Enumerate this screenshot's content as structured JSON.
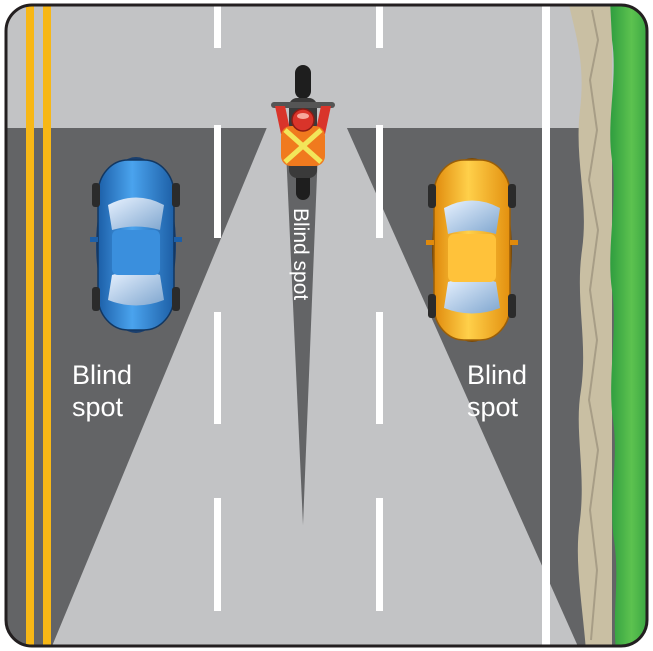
{
  "labels": {
    "left_blind_spot_line1": "Blind",
    "left_blind_spot_line2": "spot",
    "right_blind_spot_line1": "Blind",
    "right_blind_spot_line2": "spot",
    "center_blind_spot": "Blind spot"
  },
  "colors": {
    "road_dark": "#636466",
    "road_light": "#c2c3c5",
    "blind_spot_zone": "#c2c3c5",
    "center_line_yellow": "#f7b716",
    "lane_marking": "#ffffff",
    "shoulder_dirt": "#c9bfa3",
    "grass": "#3fae49",
    "left_car": "#2f84d6",
    "right_car": "#f5a81c",
    "motorcycle_rider": "#e8432c",
    "border": "#231f20"
  },
  "icons": {
    "left_vehicle": "car-icon",
    "right_vehicle": "car-icon",
    "center_vehicle": "motorcycle-icon"
  }
}
